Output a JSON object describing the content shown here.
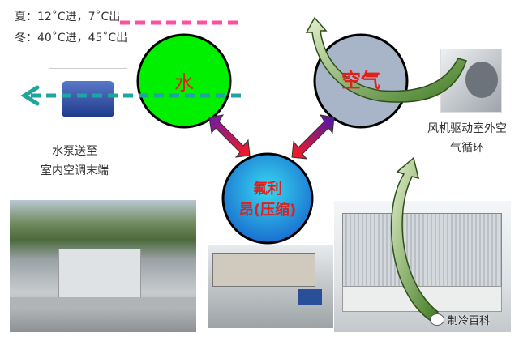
{
  "conditions": {
    "summer": "夏：12˚C进，7˚C出",
    "winter": "冬：40˚C进，45˚C出"
  },
  "nodes": {
    "water": "水",
    "air": "空气",
    "freon_line1": "氟利",
    "freon_line2": "昂(压缩)"
  },
  "pump_label": {
    "line1": "水泵送至",
    "line2": "室内空调末端"
  },
  "fan_label": {
    "line1": "风机驱动室外空",
    "line2": "气循环"
  },
  "watermark": "制冷百科",
  "colors": {
    "water": "#00f000",
    "air": "#a8b5c8",
    "hot_pipe": "#ff4fa0",
    "cold_pipe": "#1fa5a0",
    "arrow_green": "#6f9a3a"
  }
}
